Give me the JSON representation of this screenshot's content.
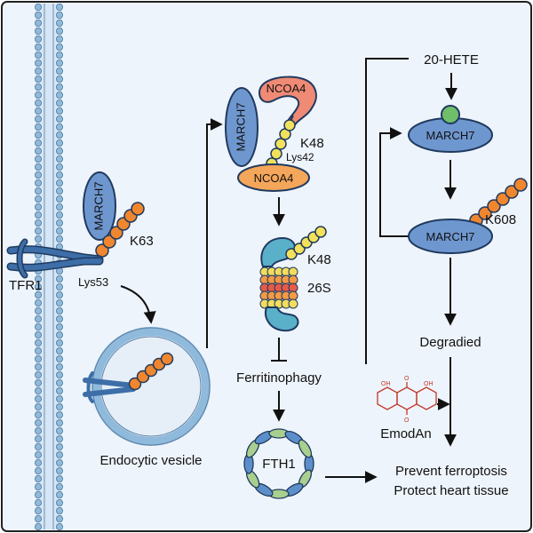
{
  "labels": {
    "tfr1": "TFR1",
    "march7_membrane": "MARCH7",
    "k63": "K63",
    "lys53": "Lys53",
    "endocytic_vesicle": "Endocytic vesicle",
    "march7_complex": "MARCH7",
    "ncoa4_top": "NCOA4",
    "ncoa4_bottom": "NCOA4",
    "k48_complex": "K48",
    "lys42": "Lys42",
    "k48_proteasome": "K48",
    "proteasome_26s": "26S",
    "ferritinophagy": "Ferritinophagy",
    "fth1": "FTH1",
    "hete": "20-HETE",
    "march7_upper": "MARCH7",
    "march7_lower": "MARCH7",
    "k608": "K608",
    "degraded": "Degradied",
    "emodan": "EmodAn",
    "emodan_oh_left": "OH",
    "emodan_o_bottom": "O",
    "emodan_oh_right": "OH",
    "emodan_o_top": "O",
    "outcome_line1": "Prevent ferroptosis",
    "outcome_line2": "Protect heart tissue"
  },
  "colors": {
    "membrane_head": "#8fbadc",
    "membrane_bg": "#e8f1fa",
    "cell_bg": "#eef4fb",
    "protein_blue": "#6f97cf",
    "receptor_blue": "#3d6ea8",
    "ubiquitin_yellow": "#f2e15a",
    "ubiquitin_orange": "#f0862e",
    "ncoa4_red": "#ef8a74",
    "ncoa4_orange": "#f4a65a",
    "proteasome_cap": "#5ab0c9",
    "proteasome_ring_red": "#e55a48",
    "proteasome_ring_orange": "#f39a45",
    "proteasome_ring_yellow": "#f4dd5e",
    "fth1_blue": "#5c8fc9",
    "fth1_green": "#a9cf8f",
    "hete_green": "#6fbf6a"
  }
}
